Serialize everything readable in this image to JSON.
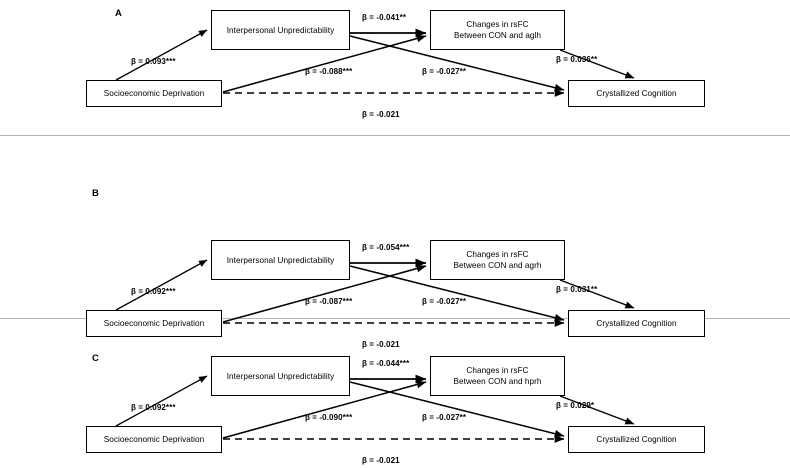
{
  "figure": {
    "type": "path-diagram-set",
    "description": "Three parallel mediation path diagrams (A, B, C) linking Socioeconomic Deprivation to Crystallized Cognition via Interpersonal Unpredictability and changes in resting-state functional connectivity."
  },
  "nodes": {
    "sed": "Socioeconomic Deprivation",
    "iu": "Interpersonal Unpredictability",
    "rsfc_line1": "Changes in rsFC",
    "cc": "Crystallized Cognition"
  },
  "panels": [
    {
      "label": "A",
      "rsfc_line2": "Between CON and aglh",
      "edges": {
        "sed_to_iu": "β = 0.093***",
        "iu_to_rsfc": "β = -0.041**",
        "sed_to_rsfc": "β = -0.088***",
        "iu_to_cc": "β = -0.027**",
        "rsfc_to_cc": "β = 0.036**",
        "sed_to_cc_direct": "β = -0.021"
      }
    },
    {
      "label": "B",
      "rsfc_line2": "Between CON and agrh",
      "edges": {
        "sed_to_iu": "β = 0.092***",
        "iu_to_rsfc": "β = -0.054***",
        "sed_to_rsfc": "β = -0.087***",
        "iu_to_cc": "β = -0.027**",
        "rsfc_to_cc": "β = 0.031**",
        "sed_to_cc_direct": "β = -0.021"
      }
    },
    {
      "label": "C",
      "rsfc_line2": "Between CON and hprh",
      "edges": {
        "sed_to_iu": "β = 0.092***",
        "iu_to_rsfc": "β = -0.044***",
        "sed_to_rsfc": "β = -0.090***",
        "iu_to_cc": "β = -0.027**",
        "rsfc_to_cc": "β = 0.029*",
        "sed_to_cc_direct": "β = -0.021"
      }
    }
  ],
  "colors": {
    "stroke": "#000000",
    "divider": "#b4b4b4",
    "background": "#ffffff"
  }
}
